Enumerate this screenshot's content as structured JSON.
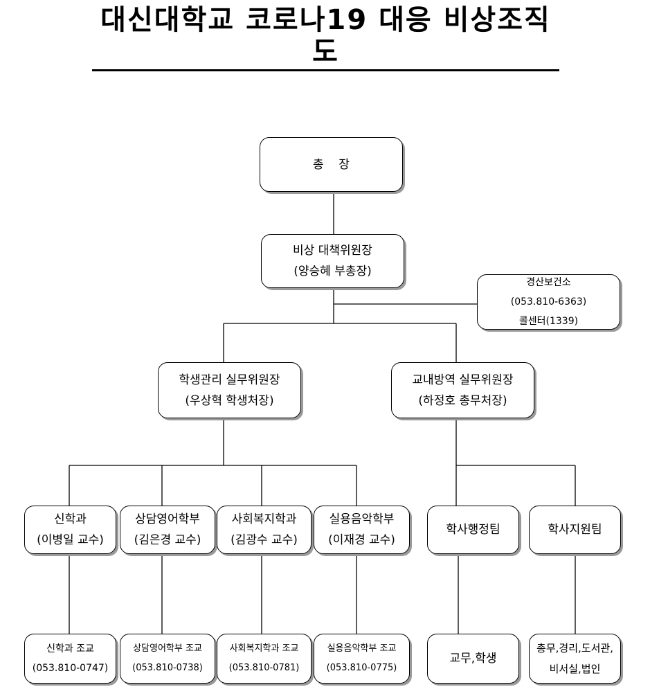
{
  "title": "대신대학교 코로나19 대응 비상조직도",
  "president": {
    "label": "총    장"
  },
  "emergency_chair": {
    "line1": "비상 대책위원장",
    "line2": "(양승혜 부총장)"
  },
  "health_center": {
    "line1": "경산보건소",
    "line2": "(053.810-6363)",
    "line3": "콜센터(1339)"
  },
  "student_committee": {
    "line1": "학생관리 실무위원장",
    "line2": "(우상혁 학생처장)"
  },
  "quarantine_committee": {
    "line1": "교내방역 실무위원장",
    "line2": "(하정호 총무처장)"
  },
  "departments": [
    {
      "line1": "신학과",
      "line2": "(이병일 교수)"
    },
    {
      "line1": "상담영어학부",
      "line2": "(김은경 교수)"
    },
    {
      "line1": "사회복지학과",
      "line2": "(김광수 교수)"
    },
    {
      "line1": "실용음악학부",
      "line2": "(이재경 교수)"
    },
    {
      "line1": "학사행정팀"
    },
    {
      "line1": "학사지원팀"
    }
  ],
  "contacts": [
    {
      "line1": "신학과 조교",
      "line2": "(053.810-0747)"
    },
    {
      "line1": "상담영어학부 조교",
      "line2": "(053.810-0738)"
    },
    {
      "line1": "사회복지학과 조교",
      "line2": "(053.810-0781)"
    },
    {
      "line1": "실용음악학부 조교",
      "line2": "(053.810-0775)"
    },
    {
      "line1": "교무,학생"
    },
    {
      "line1": "총무,경리,도서관,",
      "line2": "비서실,법인"
    }
  ]
}
